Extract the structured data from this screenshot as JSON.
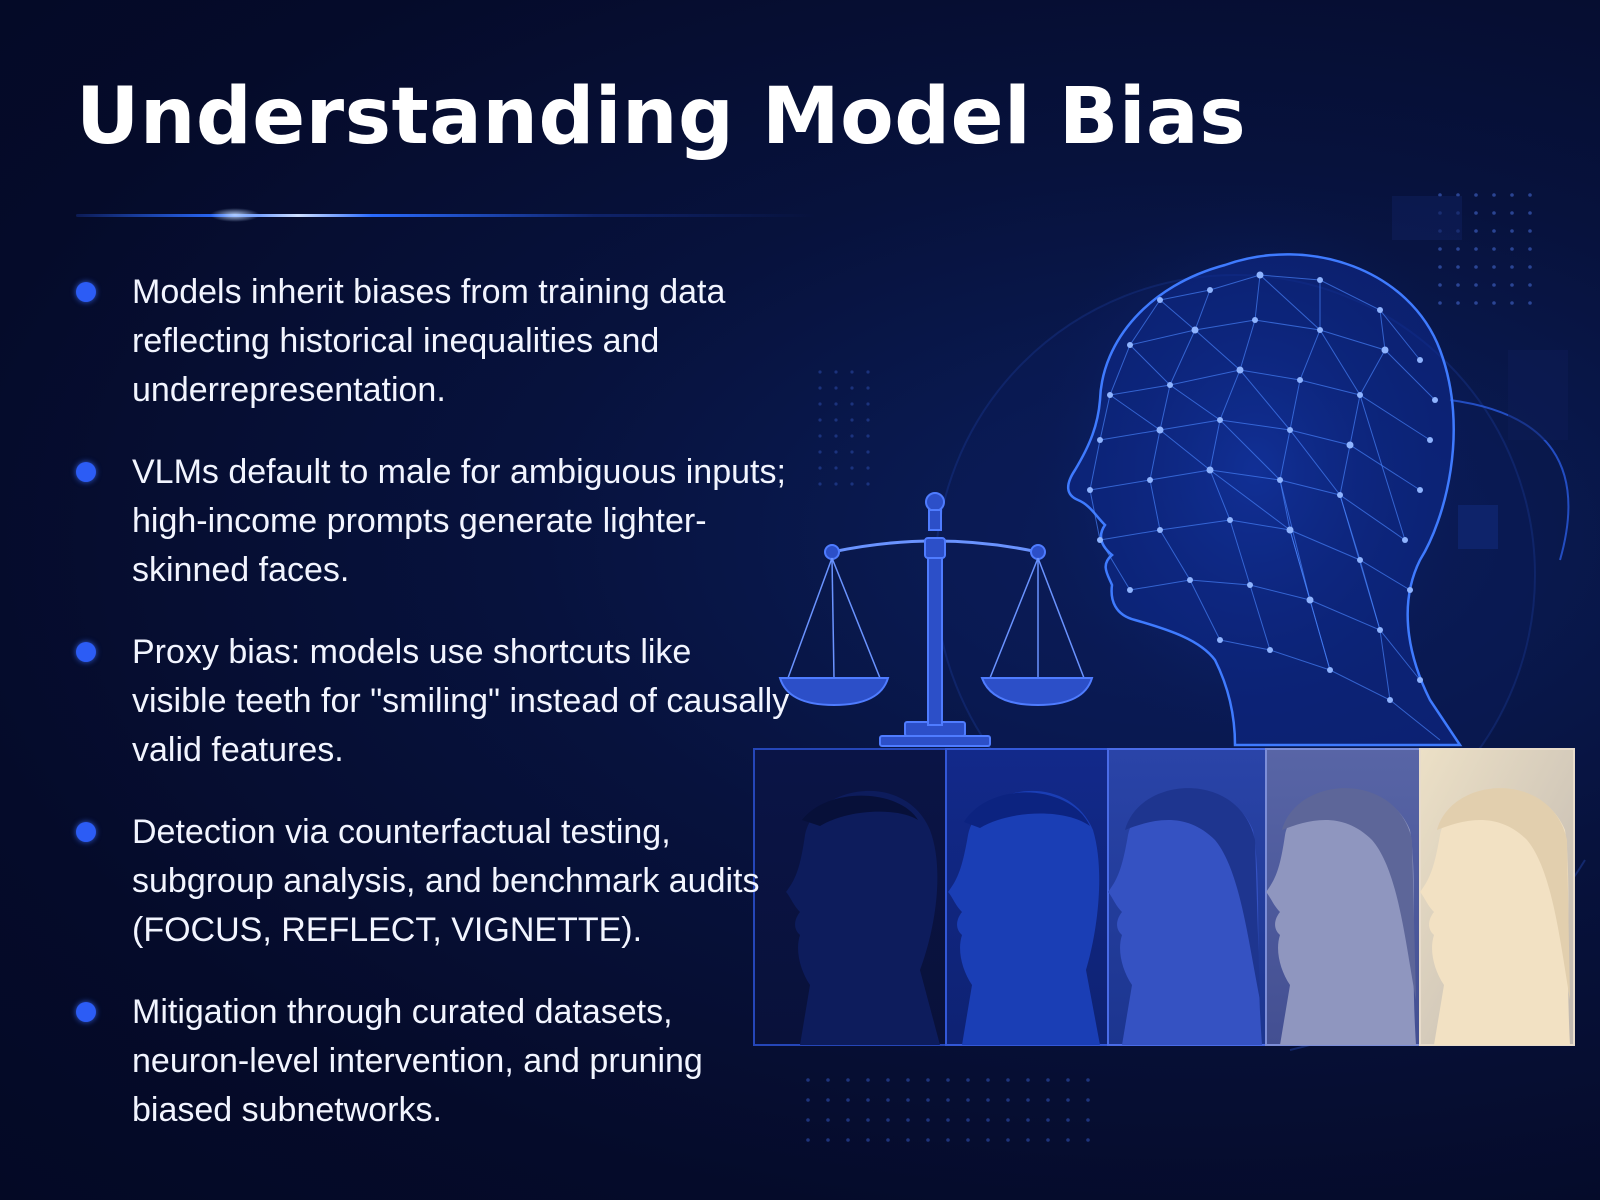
{
  "title": "Understanding Model Bias",
  "bullets": [
    "Models inherit biases from training data reflecting historical inequalities and underrepresentation.",
    "VLMs default to male for ambiguous inputs; high-income prompts generate lighter-skinned faces.",
    "Proxy bias: models use shortcuts like visible teeth for \"smiling\" instead of causally valid features.",
    "Detection via counterfactual testing, subgroup analysis, and benchmark audits (FOCUS, REFLECT, VIGNETTE).",
    "Mitigation through curated datasets, neuron-level intervention, and pruning biased subnetworks."
  ],
  "colors": {
    "background": "#050b2a",
    "accent": "#2c5cf5",
    "text": "#f2f5ff"
  },
  "illustrations": [
    "network-head-icon",
    "scales-of-justice-icon",
    "face-profiles-strip"
  ]
}
